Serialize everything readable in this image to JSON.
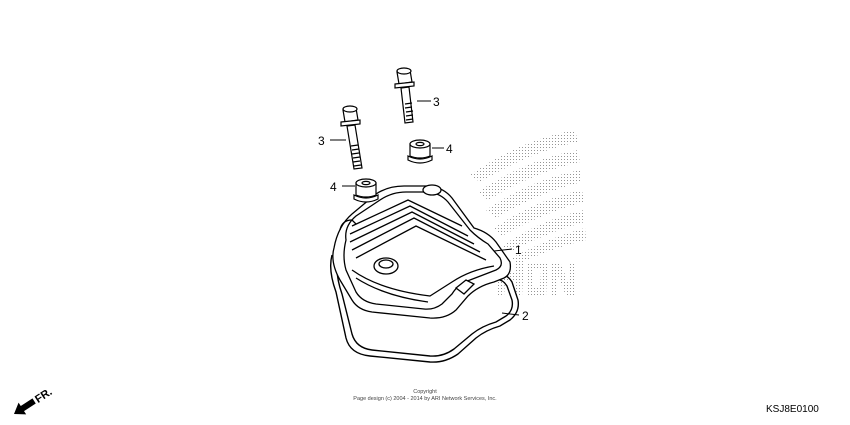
{
  "callouts": {
    "part1": "1",
    "part2": "2",
    "part3_upper": "3",
    "part3_lower": "3",
    "part4_upper": "4",
    "part4_lower": "4"
  },
  "direction": {
    "label": "FR.",
    "icon": "front-direction-arrow-icon"
  },
  "watermark": {
    "icon": "honda-wing-logo-icon"
  },
  "copyright": {
    "line1": "Copyright",
    "line2": "Page design (c) 2004 - 2014 by ARI Network Services, Inc."
  },
  "diagram_code": "KSJ8E0100"
}
